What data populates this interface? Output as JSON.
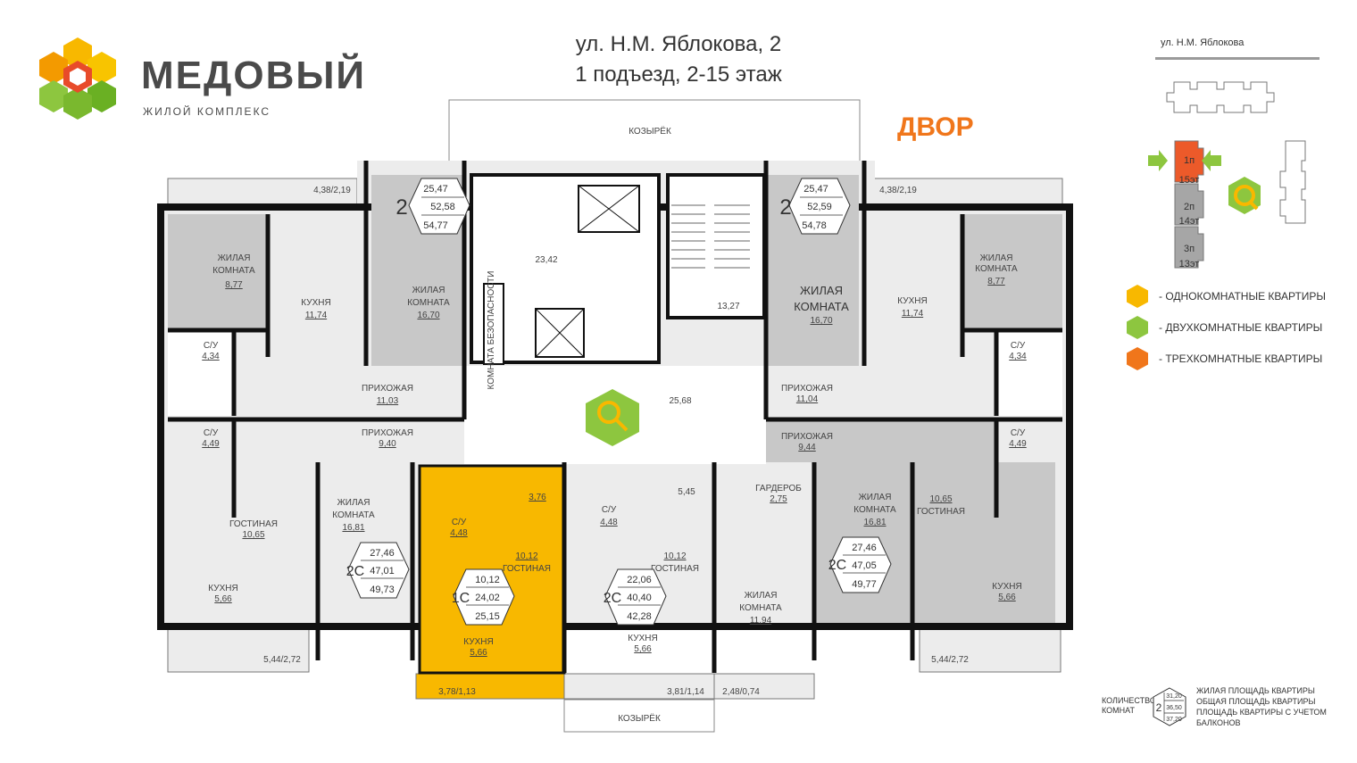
{
  "brand": {
    "name": "МЕДОВЫЙ",
    "subtitle": "ЖИЛОЙ КОМПЛЕКС"
  },
  "address": {
    "line1": "ул. Н.М. Яблокова, 2",
    "line2": "1 подъезд, 2-15 этаж"
  },
  "yard_label": "ДВОР",
  "minimap": {
    "street": "ул. Н.М. Яблокова",
    "labels": [
      "1п",
      "15эт",
      "2п",
      "14эт",
      "3п",
      "13эт"
    ]
  },
  "legend": [
    {
      "label": "- ОДНОКОМНАТНЫЕ КВАРТИРЫ",
      "color": "#f8b800"
    },
    {
      "label": "- ДВУХКОМНАТНЫЕ КВАРТИРЫ",
      "color": "#8dc63f"
    },
    {
      "label": "- ТРЕХКОМНАТНЫЕ КВАРТИРЫ",
      "color": "#f0761b"
    }
  ],
  "key": {
    "left": [
      "КОЛИЧЕСТВО",
      "КОМНАТ"
    ],
    "count": "2",
    "values": [
      "31,20",
      "36,50",
      "37,20"
    ],
    "right": [
      "ЖИЛАЯ ПЛОЩАДЬ КВАРТИРЫ",
      "ОБЩАЯ ПЛОЩАДЬ КВАРТИРЫ",
      "ПЛОЩАДЬ КВАРТИРЫ С УЧЕТОМ",
      "БАЛКОНОВ"
    ]
  },
  "plan": {
    "canopy_top": "КОЗЫРЁК",
    "canopy_bottom": "КОЗЫРЁК",
    "balconies": [
      "4,38/2,19",
      "4,38/2,19",
      "5,44/2,72",
      "5,44/2,72",
      "3,78/1,13",
      "3,81/1,14",
      "2,48/0,74"
    ],
    "core": {
      "hall": "23,42",
      "stairs": "13,27",
      "lobby": "25,68",
      "safety_room": "КОМНАТА БЕЗОПАСНОСТИ",
      "hall2": "5,45"
    },
    "badges": [
      {
        "rooms": "2",
        "values": [
          "25,47",
          "52,58",
          "54,77"
        ]
      },
      {
        "rooms": "2",
        "values": [
          "25,47",
          "52,59",
          "54,78"
        ]
      },
      {
        "rooms": "2С",
        "values": [
          "27,46",
          "47,01",
          "49,73"
        ]
      },
      {
        "rooms": "1С",
        "values": [
          "10,12",
          "24,02",
          "25,15"
        ]
      },
      {
        "rooms": "2С",
        "values": [
          "22,06",
          "40,40",
          "42,28"
        ]
      },
      {
        "rooms": "2С",
        "values": [
          "27,46",
          "47,05",
          "49,77"
        ]
      }
    ],
    "rooms": {
      "living": "ЖИЛАЯ КОМНАТА",
      "living_big": "ЖИЛАЯ",
      "living_big2": "КОМНАТА",
      "kitchen": "КУХНЯ",
      "bath": "С/У",
      "hall": "ПРИХОЖАЯ",
      "lounge": "ГОСТИНАЯ",
      "wardrobe": "ГАРДЕРОБ"
    },
    "areas": {
      "tl_living": "8,77",
      "tl_kitchen": "11,74",
      "tl_bath": "4,34",
      "tl_hall": "11,03",
      "tc_living": "16,70",
      "tr_living_big": "16,70",
      "tr_kitchen": "11,74",
      "tr_living": "8,77",
      "tr_bath": "4,34",
      "tr_hall": "11,04",
      "bl_bath": "4,49",
      "bl_hall": "9,40",
      "bl_lounge": "10,65",
      "bl_kitchen": "5,66",
      "bl_living": "16,81",
      "c1_bath": "4,48",
      "c1_area": "3,76",
      "c1_lounge": "10,12",
      "c1_kitchen": "5,66",
      "c2_bath": "4,48",
      "c2_lounge": "10,12",
      "c2_kitchen": "5,66",
      "c3_wardrobe": "2,75",
      "c3_living": "11,94",
      "br_hall": "9,44",
      "br_bath": "4,49",
      "br_living": "16,81",
      "br_lounge": "10,65",
      "br_kitchen": "5,66"
    }
  }
}
